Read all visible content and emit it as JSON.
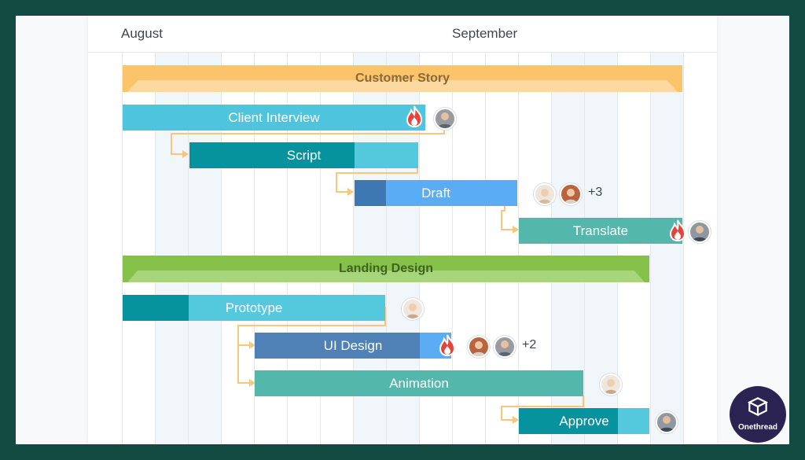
{
  "timeline": {
    "months": [
      "August",
      "September"
    ]
  },
  "groups": [
    {
      "label": "Customer Story",
      "color": "#fbc46a"
    },
    {
      "label": "Landing Design",
      "color": "#86c24a"
    }
  ],
  "tasks": [
    {
      "label": "Client Interview",
      "assignees": 1,
      "extra": "",
      "hot": true
    },
    {
      "label": "Script",
      "assignees": 0,
      "extra": "",
      "hot": false
    },
    {
      "label": "Draft",
      "assignees": 2,
      "extra": "+3",
      "hot": false
    },
    {
      "label": "Translate",
      "assignees": 1,
      "extra": "",
      "hot": true
    },
    {
      "label": "Prototype",
      "assignees": 1,
      "extra": "",
      "hot": false
    },
    {
      "label": "UI Design",
      "assignees": 2,
      "extra": "+2",
      "hot": true
    },
    {
      "label": "Animation",
      "assignees": 1,
      "extra": "",
      "hot": false
    },
    {
      "label": "Approve",
      "assignees": 1,
      "extra": "",
      "hot": false
    }
  ],
  "icons": {
    "priority": "flame-icon",
    "avatar": "avatar-icon"
  },
  "brand": {
    "name": "Onethread"
  }
}
